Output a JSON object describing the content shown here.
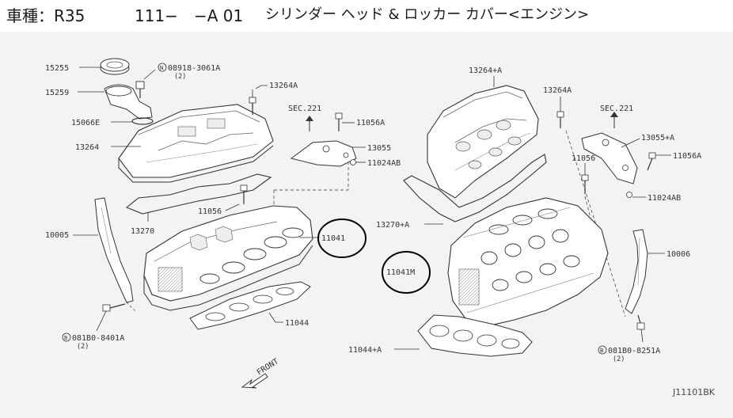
{
  "header": {
    "model_label": "車種：R35",
    "part_number": "111−　−A 01",
    "part_name": "シリンダー ヘッド & ロッカー カバー<エンジン>"
  },
  "labels": {
    "p15255": "15255",
    "p15259": "15259",
    "p15066e": "15066E",
    "p13264_left": "13264",
    "p10005": "10005",
    "p13270": "13270",
    "p11056_left": "11056",
    "p13264a_left": "13264A",
    "sec221_left": "SEC.221",
    "p11056a_left": "11056A",
    "p13055": "13055",
    "p11024ab_left": "11024AB",
    "p11041": "11041",
    "p11044": "11044",
    "bolt_n_code": "08918-3061A",
    "bolt_n_qty": "(2)",
    "bolt_b_left_code": "081B0-8401A",
    "bolt_b_left_qty": "(2)",
    "front": "FRONT",
    "p13264a_plus": "13264+A",
    "p13264a_right": "13264A",
    "sec221_right": "SEC.221",
    "p13055a": "13055+A",
    "p11056a_right": "11056A",
    "p11056_right": "11056",
    "p11024ab_right": "11024AB",
    "p13270a": "13270+A",
    "p11041m": "11041M",
    "p10006": "10006",
    "p11044a": "11044+A",
    "bolt_b_right_code": "081B0-8251A",
    "bolt_b_right_qty": "(2)",
    "ref_code": "J11101BK"
  },
  "circled_symbols": {
    "n": "N",
    "b": "B"
  },
  "highlight_color": "#000000",
  "line_color": "#333333"
}
